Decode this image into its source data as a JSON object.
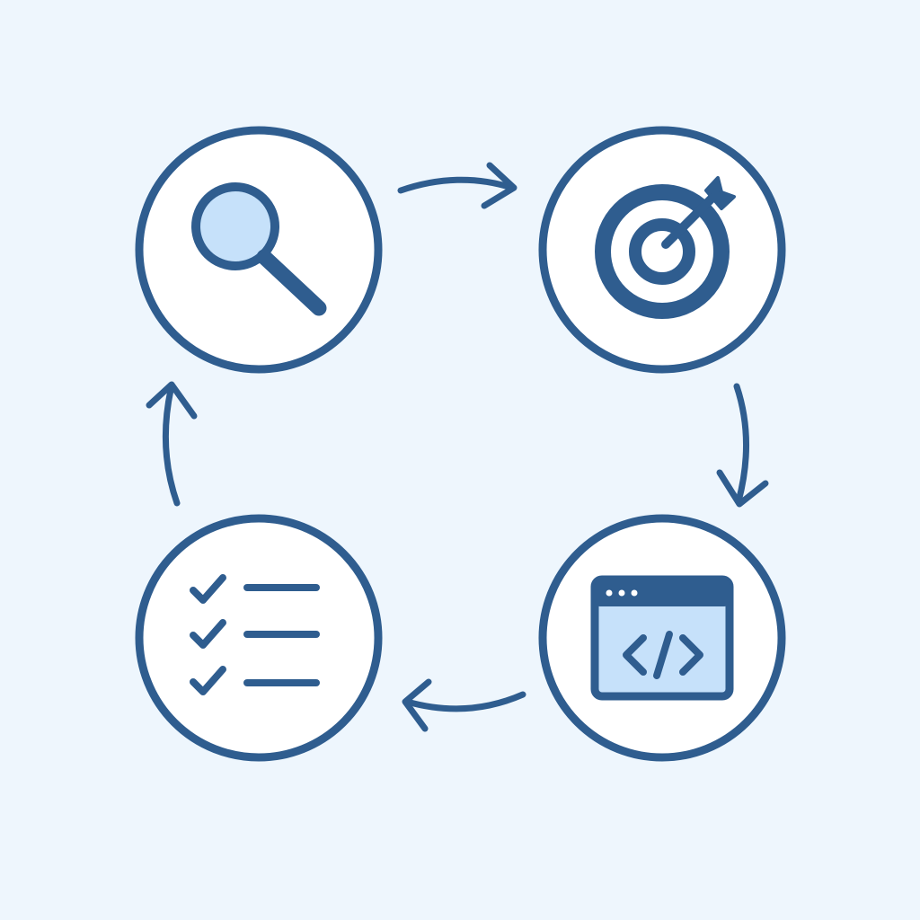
{
  "colors": {
    "background": "#eef6fd",
    "stroke": "#2f5d8f",
    "node_fill": "#ffffff",
    "accent_fill": "#c6e1fa"
  },
  "nodes": [
    {
      "id": "research",
      "icon": "magnifying-glass-icon"
    },
    {
      "id": "target",
      "icon": "target-arrow-icon"
    },
    {
      "id": "code",
      "icon": "code-window-icon"
    },
    {
      "id": "checklist",
      "icon": "checklist-icon"
    }
  ],
  "cycle": [
    "research",
    "target",
    "code",
    "checklist",
    "research"
  ]
}
